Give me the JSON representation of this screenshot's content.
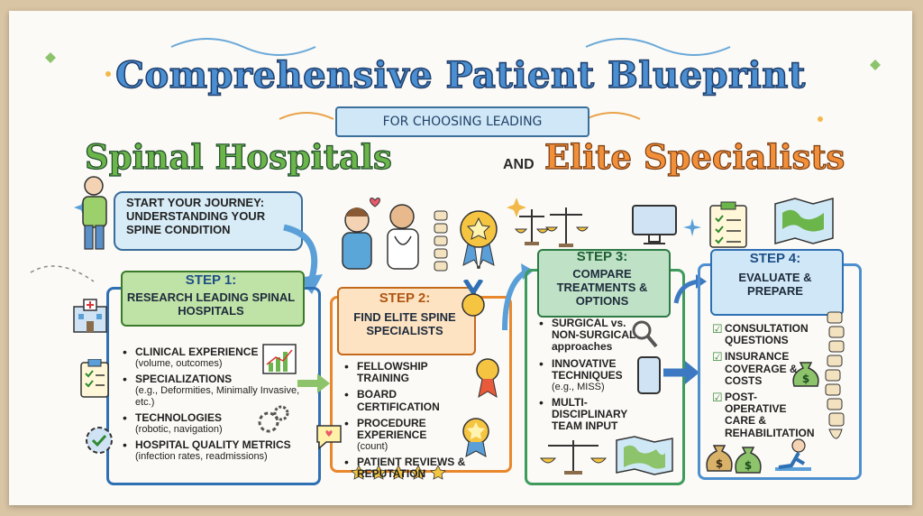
{
  "header": {
    "title": "Comprehensive Patient Blueprint",
    "subtitle": "FOR CHOOSING LEADING",
    "left_heading": "Spinal Hospitals",
    "connector": "AND",
    "right_heading": "Elite Specialists"
  },
  "start": {
    "text": "START YOUR JOURNEY: UNDERSTANDING YOUR SPINE CONDITION"
  },
  "step1": {
    "label": "STEP 1:",
    "title": "RESEARCH LEADING SPINAL HOSPITALS",
    "items": [
      {
        "main": "CLINICAL EXPERIENCE",
        "sub": "(volume, outcomes)"
      },
      {
        "main": "SPECIALIZATIONS",
        "sub": "(e.g., Deformities, Minimally Invasive, etc.)"
      },
      {
        "main": "TECHNOLOGIES",
        "sub": "(robotic, navigation)"
      },
      {
        "main": "HOSPITAL QUALITY METRICS",
        "sub": "(infection rates, readmissions)"
      }
    ]
  },
  "step2": {
    "label": "STEP 2:",
    "title": "FIND ELITE SPINE SPECIALISTS",
    "items": [
      {
        "main": "FELLOWSHIP TRAINING",
        "sub": ""
      },
      {
        "main": "BOARD CERTIFICATION",
        "sub": ""
      },
      {
        "main": "PROCEDURE EXPERIENCE",
        "sub": "(count)"
      },
      {
        "main": "PATIENT REVIEWS & REPUTATION",
        "sub": ""
      }
    ]
  },
  "step3": {
    "label": "STEP 3:",
    "title": "COMPARE TREATMENTS & OPTIONS",
    "items": [
      {
        "main": "SURGICAL vs. NON-SURGICAL approaches",
        "sub": ""
      },
      {
        "main": "INNOVATIVE TECHNIQUES",
        "sub": "(e.g., MISS)"
      },
      {
        "main": "MULTI-DISCIPLINARY TEAM INPUT",
        "sub": ""
      }
    ]
  },
  "step4": {
    "label": "STEP 4:",
    "title": "EVALUATE & PREPARE",
    "items": [
      {
        "main": "CONSULTATION QUESTIONS",
        "sub": ""
      },
      {
        "main": "INSURANCE COVERAGE & COSTS",
        "sub": ""
      },
      {
        "main": "POST-OPERATIVE CARE & REHABILITATION",
        "sub": ""
      }
    ]
  },
  "colors": {
    "step1": "#2f6fb3",
    "step2": "#e9872c",
    "step3": "#3f9b5c",
    "step4": "#4d8fcf",
    "title_blue": "#4a8fd1",
    "title_green": "#6bb54a",
    "title_orange": "#f2903a"
  }
}
